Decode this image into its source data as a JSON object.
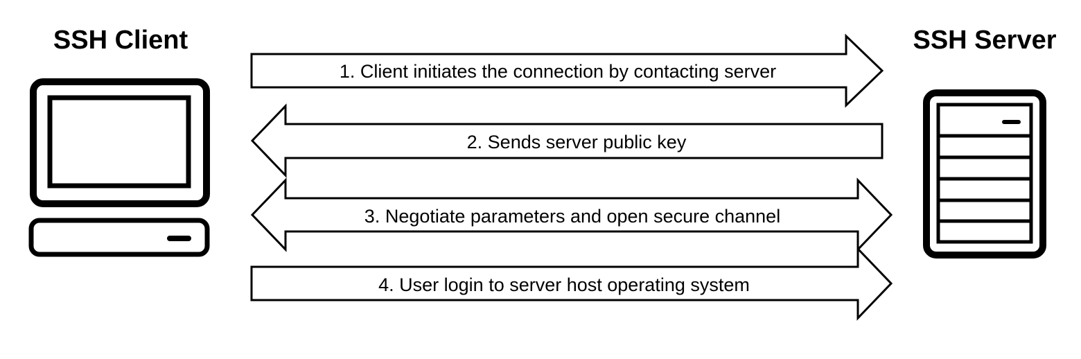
{
  "client": {
    "title": "SSH Client",
    "icon": "computer-icon"
  },
  "server": {
    "title": "SSH Server",
    "icon": "server-icon"
  },
  "steps": [
    {
      "label": "1. Client initiates the connection by contacting server",
      "direction": "client-to-server"
    },
    {
      "label": "2. Sends server public key",
      "direction": "server-to-client"
    },
    {
      "label": "3. Negotiate parameters and open secure channel",
      "direction": "bidirectional"
    },
    {
      "label": "4. User login to server host operating system",
      "direction": "client-to-server"
    }
  ],
  "colors": {
    "stroke": "#000000",
    "background": "#ffffff"
  }
}
